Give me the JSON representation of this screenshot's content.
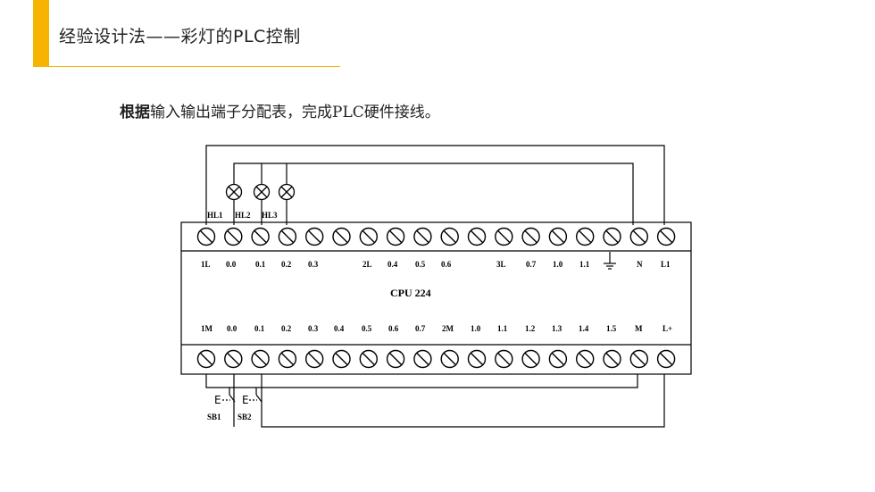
{
  "header": {
    "title": "经验设计法——彩灯的PLC控制",
    "accent_color": "#F6B400"
  },
  "instruction": {
    "bold_part": "根据",
    "text_part": "输入输出端子分配表，完成PLC硬件接线。"
  },
  "plc": {
    "model_label": "CPU  224",
    "top_terminals": [
      "1L",
      "0.0",
      "0.1",
      "0.2",
      "0.3",
      "2L",
      "0.4",
      "0.5",
      "0.6",
      "3L",
      "0.7",
      "1.0",
      "1.1",
      "N",
      "L1"
    ],
    "bottom_terminals": [
      "1M",
      "0.0",
      "0.1",
      "0.2",
      "0.3",
      "0.4",
      "0.5",
      "0.6",
      "0.7",
      "2M",
      "1.0",
      "1.1",
      "1.2",
      "1.3",
      "1.4",
      "1.5",
      "M",
      "L+"
    ]
  },
  "lamps": [
    "HL1",
    "HL2",
    "HL3"
  ],
  "buttons": [
    "SB1",
    "SB2"
  ],
  "button_symbol": "E"
}
